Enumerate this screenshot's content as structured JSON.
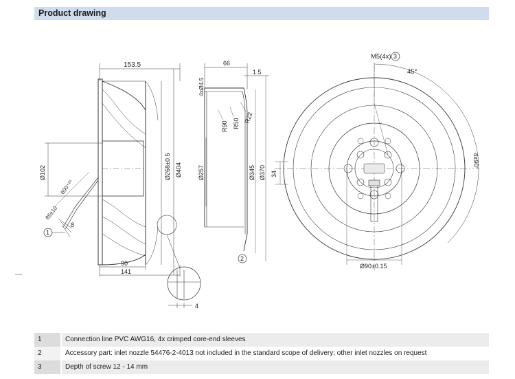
{
  "header": {
    "title": "Product drawing"
  },
  "drawing": {
    "dims": {
      "d153_5": "153.5",
      "d66": "66",
      "d1_5": "1.5",
      "d4x4_5": "4xØ4.5",
      "m5": "M5(4x)",
      "deg45": "45°",
      "d4x90": "4x90°",
      "d102": "Ø102",
      "d600": "600⁺²⁰",
      "d85": "85±10",
      "d8": "8",
      "d268": "Ø268±0.5",
      "d404": "Ø404",
      "d257": "Ø257",
      "d345": "Ø345",
      "d370": "Ø370",
      "r90": "R90",
      "r50": "R50",
      "r22": "R22",
      "d34": "34",
      "d90": "90",
      "d141": "141",
      "d4": "4",
      "d90_15": "Ø90±0.15"
    },
    "callouts": {
      "c1": "1",
      "c2": "2",
      "c3": "3"
    }
  },
  "notes": [
    {
      "num": "1",
      "text": "Connection line PVC AWG16, 4x crimped core-end sleeves"
    },
    {
      "num": "2",
      "text": "Accessory part: inlet nozzle 54476-2-4013 not included in the standard scope of delivery; other inlet nozzles on request"
    },
    {
      "num": "3",
      "text": "Depth of screw 12 - 14 mm"
    }
  ]
}
